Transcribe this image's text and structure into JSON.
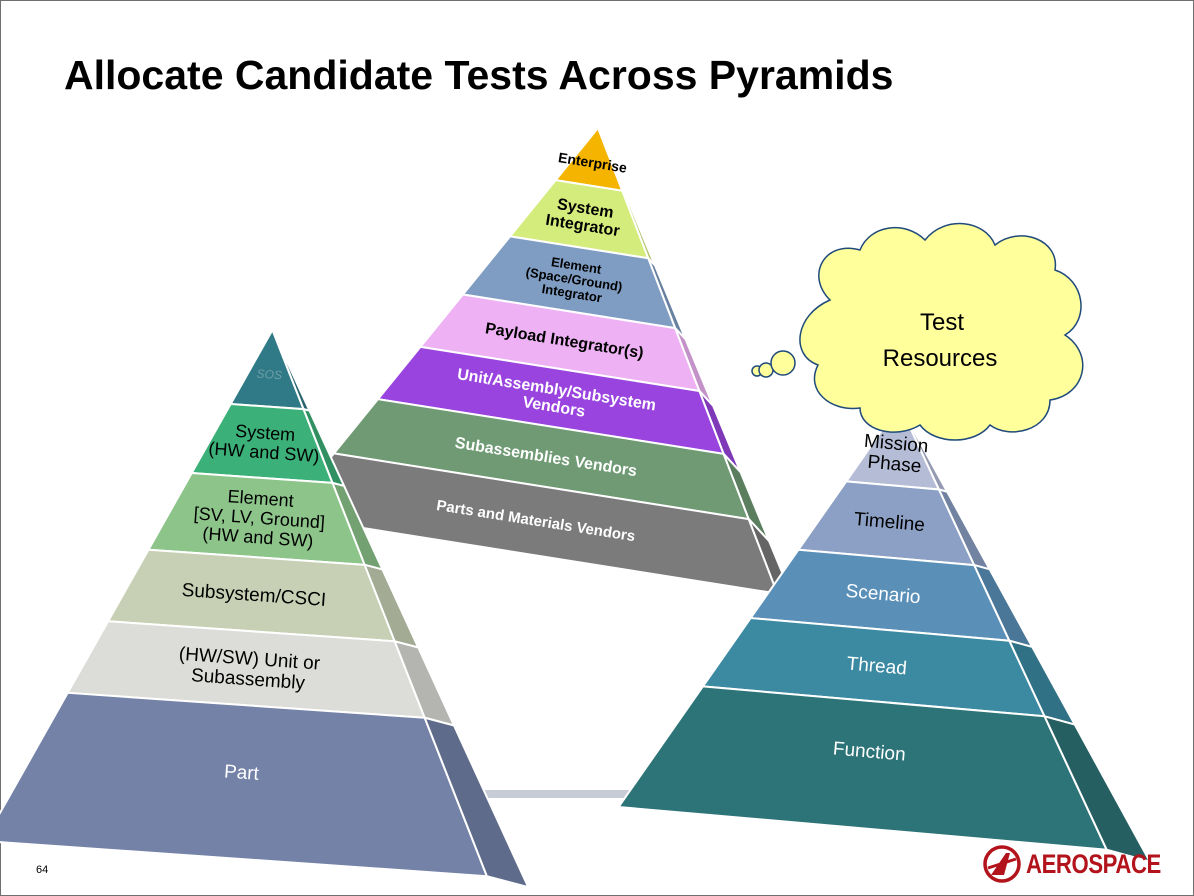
{
  "slide": {
    "title": "Allocate Candidate Tests Across Pyramids",
    "page_number": "64",
    "logo_text": "AEROSPACE"
  },
  "cloud": {
    "line1": "Test",
    "line2": "Resources"
  },
  "top_pyramid": {
    "levels": [
      {
        "lines": [
          "Enterprise"
        ],
        "color": "#f5b400"
      },
      {
        "lines": [
          "System",
          "Integrator"
        ],
        "color": "#d4ec7c"
      },
      {
        "lines": [
          "Element",
          "(Space/Ground)",
          "Integrator"
        ],
        "color": "#7f9dc3"
      },
      {
        "lines": [
          "Payload Integrator(s)"
        ],
        "color": "#eeb2f4"
      },
      {
        "lines": [
          "Unit/Assembly/Subsystem",
          "Vendors"
        ],
        "color": "#9a44e0"
      },
      {
        "lines": [
          "Subassemblies Vendors"
        ],
        "color": "#6f9a74"
      },
      {
        "lines": [
          "Parts and Materials Vendors"
        ],
        "color": "#7b7b7b"
      }
    ]
  },
  "left_pyramid": {
    "levels": [
      {
        "lines": [
          "SOS"
        ],
        "color": "#2f7a86"
      },
      {
        "lines": [
          "System",
          "(HW and SW)"
        ],
        "color": "#3bb078"
      },
      {
        "lines": [
          "Element",
          "[SV, LV, Ground]",
          "(HW and SW)"
        ],
        "color": "#8cc48a"
      },
      {
        "lines": [
          "Subsystem/CSCI"
        ],
        "color": "#c7d0b4"
      },
      {
        "lines": [
          "(HW/SW) Unit or",
          "Subassembly"
        ],
        "color": "#dcdcd8"
      },
      {
        "lines": [
          "Part"
        ],
        "color": "#7482a8"
      }
    ]
  },
  "right_pyramid": {
    "levels": [
      {
        "lines": [
          "Mission",
          "Phase"
        ],
        "color": "#b5bcd6"
      },
      {
        "lines": [
          "Timeline"
        ],
        "color": "#8ba0c4"
      },
      {
        "lines": [
          "Scenario"
        ],
        "color": "#5a90b8"
      },
      {
        "lines": [
          "Thread"
        ],
        "color": "#3b8aa2"
      },
      {
        "lines": [
          "Function"
        ],
        "color": "#2d7478"
      }
    ]
  }
}
